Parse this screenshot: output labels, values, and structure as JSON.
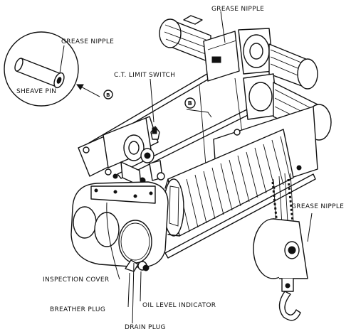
{
  "callouts": {
    "grease_nipple_top": "GREASE NIPPLE",
    "grease_nipple_inset": "GREASE NIPPLE",
    "sheave_pin": "SHEAVE PIN",
    "ct_limit_switch": "C.T. LIMIT SWITCH",
    "grease_nipple_right": "GREASE NIPPLE",
    "inspection_cover": "INSPECTION COVER",
    "breather_plug": "BREATHER PLUG",
    "oil_level_indicator": "OIL LEVEL INDICATOR",
    "drain_plug": "DRAIN PLUG"
  },
  "view_markers": {
    "inset": "B",
    "main": "B"
  }
}
